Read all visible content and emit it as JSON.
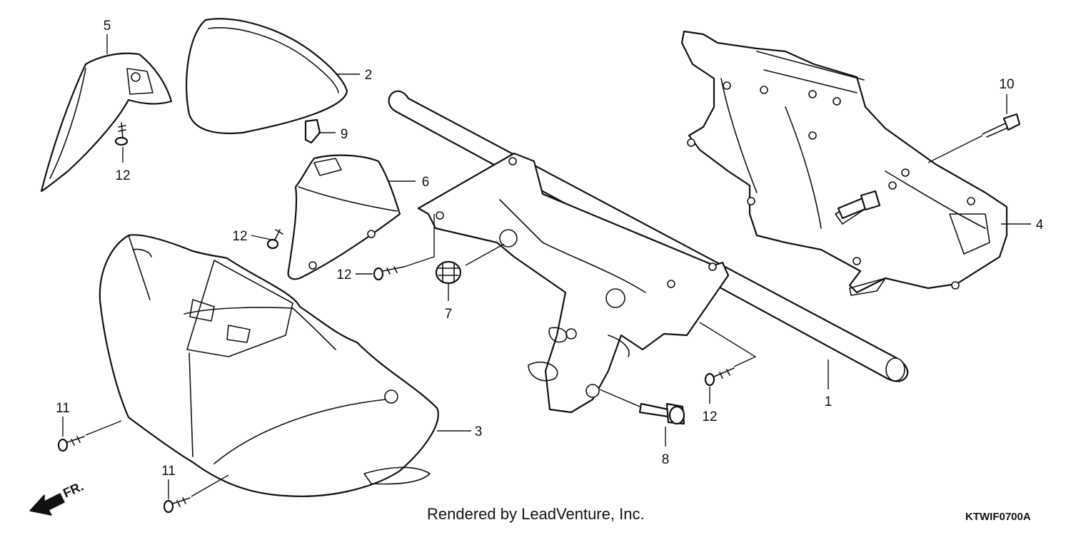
{
  "diagram": {
    "credit": "Rendered by LeadVenture, Inc.",
    "code": "KTWIF0700A",
    "direction_label": "FR.",
    "callouts": [
      "5",
      "2",
      "9",
      "12",
      "6",
      "12",
      "12",
      "7",
      "3",
      "11",
      "11",
      "10",
      "4",
      "1",
      "12",
      "8"
    ]
  }
}
